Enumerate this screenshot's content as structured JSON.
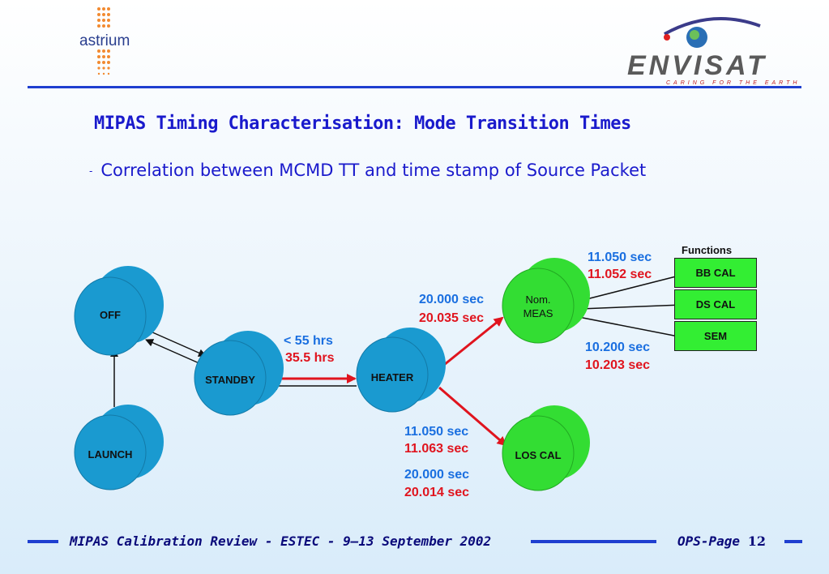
{
  "header": {
    "left_logo_text": "astrium",
    "right_logo_text": "ENVISAT",
    "right_logo_tagline": "CARING FOR THE EARTH"
  },
  "title": "MIPAS Timing Characterisation: Mode Transition Times",
  "subtitle": {
    "bullet": "-",
    "text": "Correlation between MCMD TT and time stamp of Source Packet"
  },
  "diagram": {
    "nodes": {
      "off": "OFF",
      "launch": "LAUNCH",
      "standby": "STANDBY",
      "heater": "HEATER",
      "nom_meas_line1": "Nom.",
      "nom_meas_line2": "MEAS",
      "los_cal": "LOS CAL"
    },
    "labels": {
      "standby_heater_blue": "< 55 hrs",
      "standby_heater_red": "35.5 hrs",
      "heater_nom_blue": "20.000 sec",
      "heater_nom_red": "20.035 sec",
      "heater_los_blue": "11.050 sec",
      "heater_los_red": "11.063 sec",
      "los_blue": "20.000 sec",
      "los_red": "20.014 sec",
      "nom_bbcal_blue": "11.050 sec",
      "nom_bbcal_red": "11.052 sec",
      "nom_sem_blue": "10.200 sec",
      "nom_sem_red": "10.203 sec"
    },
    "functions": {
      "heading": "Functions",
      "items": [
        "BB CAL",
        "DS CAL",
        "SEM"
      ]
    },
    "colors": {
      "node_blue": "#1a9ad0",
      "node_green": "#33dd33",
      "label_blue": "#1a6fe0",
      "label_red": "#e0141e",
      "arrow_red": "#e0141e"
    }
  },
  "footer": {
    "left": "MIPAS Calibration Review - ESTEC - 9–13 September  2002",
    "right_prefix": "OPS-Page",
    "page_number": "12"
  }
}
